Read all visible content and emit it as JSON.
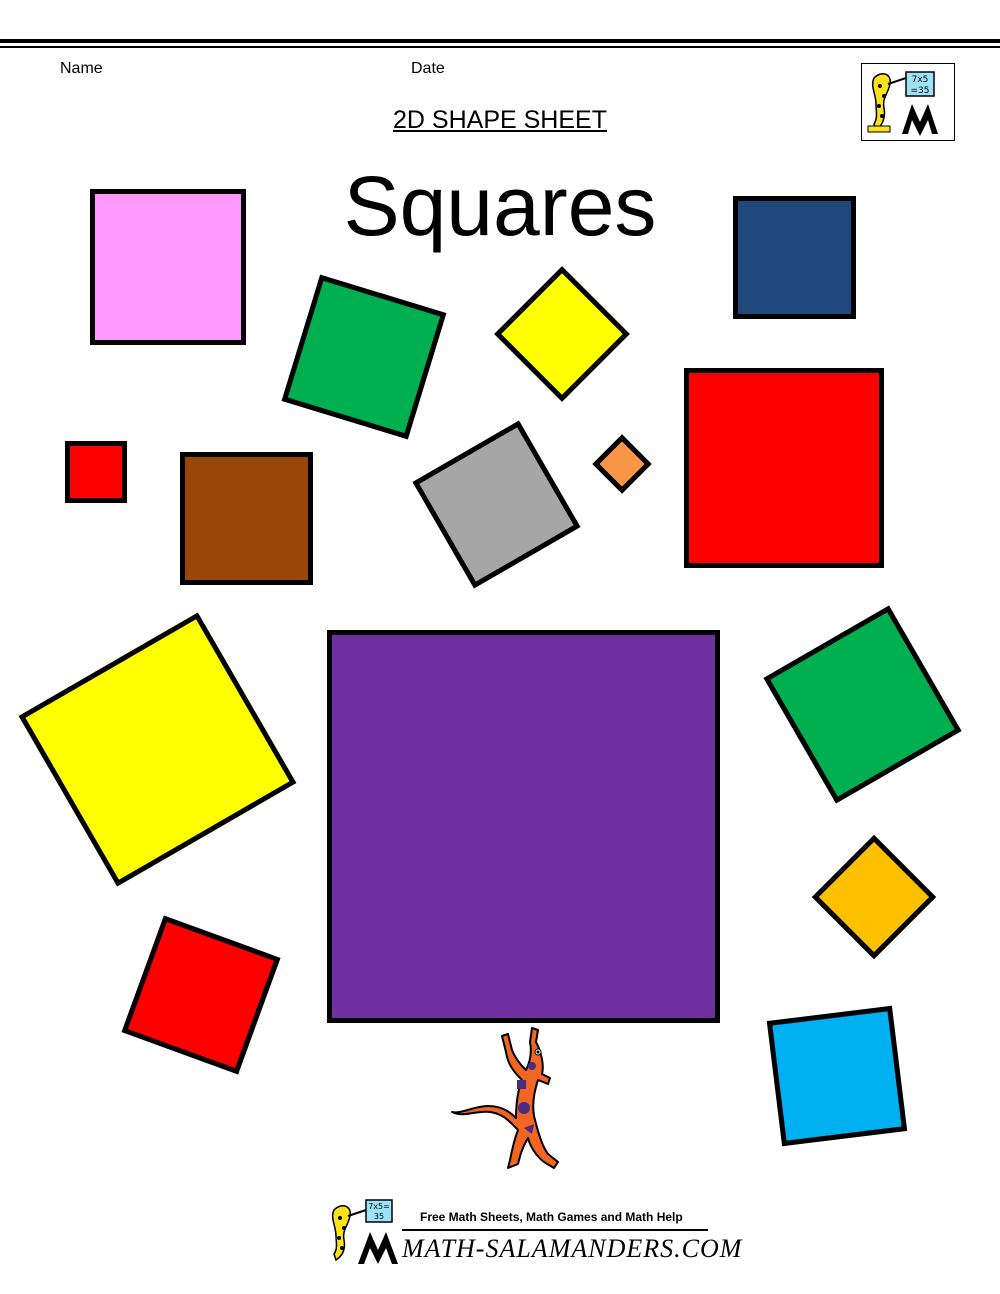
{
  "header": {
    "name_label": "Name",
    "date_label": "Date",
    "sheet_title": "2D SHAPE SHEET",
    "main_title": "Squares"
  },
  "logo": {
    "board_text_line1": "7x5",
    "board_text_line2": "=35"
  },
  "footer": {
    "tagline": "Free Math Sheets, Math Games and Math Help",
    "site_name": "MATH-SALAMANDERS.COM",
    "board_text_line1": "7x5=",
    "board_text_line2": "35"
  },
  "colors": {
    "pink": "#FF99FF",
    "green": "#00B050",
    "yellow": "#FFFF00",
    "navy": "#1F497D",
    "red": "#FF0000",
    "brown": "#974706",
    "gray": "#A6A6A6",
    "orange": "#F79646",
    "purple": "#7030A0",
    "gold": "#FFC000",
    "sky": "#00B0F0",
    "salamander": "#F26522"
  }
}
